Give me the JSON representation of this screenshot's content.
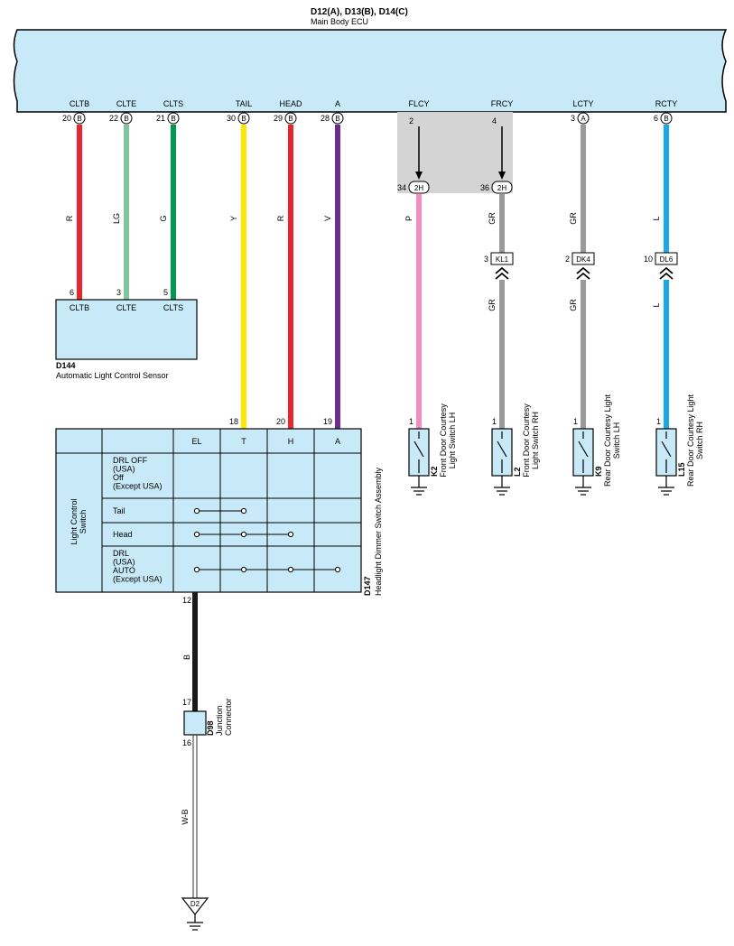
{
  "ecu": {
    "connectors": "D12(A), D13(B), D14(C)",
    "name": "Main Body ECU",
    "terminals": [
      {
        "label": "CLTB",
        "pin": "20",
        "conn": "B"
      },
      {
        "label": "CLTE",
        "pin": "22",
        "conn": "B"
      },
      {
        "label": "CLTS",
        "pin": "21",
        "conn": "B"
      },
      {
        "label": "TAIL",
        "pin": "30",
        "conn": "B"
      },
      {
        "label": "HEAD",
        "pin": "29",
        "conn": "B"
      },
      {
        "label": "A",
        "pin": "28",
        "conn": "B"
      },
      {
        "label": "FLCY",
        "pin": "2",
        "conn": ""
      },
      {
        "label": "FRCY",
        "pin": "4",
        "conn": ""
      },
      {
        "label": "LCTY",
        "pin": "3",
        "conn": "A"
      },
      {
        "label": "RCTY",
        "pin": "6",
        "conn": "B"
      }
    ]
  },
  "wires": {
    "colors": [
      "R",
      "LG",
      "G",
      "Y",
      "R",
      "V",
      "P",
      "GR",
      "GR",
      "L"
    ],
    "lower": [
      "GR",
      "GR",
      "L"
    ],
    "hex": {
      "R": "#e8242c",
      "LG": "#7cc79b",
      "G": "#009a4e",
      "Y": "#ffe600",
      "V": "#6c2d91",
      "P": "#f48cc0",
      "GR": "#9a9a9a",
      "L": "#1aa8e6",
      "B": "#1a1a1a"
    }
  },
  "junction_2h": {
    "label": "2H",
    "pins": [
      "34",
      "36"
    ]
  },
  "inline_connectors": [
    {
      "pin": "3",
      "label": "KL1"
    },
    {
      "pin": "2",
      "label": "DK4"
    },
    {
      "pin": "10",
      "label": "DL6"
    }
  ],
  "sensor": {
    "id": "D144",
    "name": "Automatic Light Control Sensor",
    "pins": [
      "6",
      "3",
      "5"
    ],
    "labels": [
      "CLTB",
      "CLTE",
      "CLTS"
    ]
  },
  "switch_assembly": {
    "id": "D147",
    "name": "Headlight Dimmer Switch Assembly",
    "pins": [
      "18",
      "20",
      "19"
    ],
    "columns": [
      "EL",
      "T",
      "H",
      "A"
    ],
    "group_label": [
      "Light Control",
      "Switch"
    ],
    "rows": [
      {
        "label": [
          "DRL OFF",
          "(USA)",
          "Off",
          "(Except USA)"
        ]
      },
      {
        "label": [
          "Tail"
        ]
      },
      {
        "label": [
          "Head"
        ]
      },
      {
        "label": [
          "DRL",
          "(USA)",
          "AUTO",
          "(Except USA)"
        ]
      }
    ],
    "bottom_pin": "12",
    "bottom_wire": "B"
  },
  "door_switches": [
    {
      "pin": "1",
      "id": "K2",
      "name": [
        "Front Door Courtesy",
        "Light Switch LH"
      ]
    },
    {
      "pin": "1",
      "id": "L2",
      "name": [
        "Front Door Courtesy",
        "Light Switch RH"
      ]
    },
    {
      "pin": "1",
      "id": "K9",
      "name": [
        "Rear Door Courtesy Light",
        "Switch LH"
      ]
    },
    {
      "pin": "1",
      "id": "L15",
      "name": [
        "Rear Door Courtesy Light",
        "Switch RH"
      ]
    }
  ],
  "junction_connector": {
    "id": "D98",
    "name": [
      "Junction",
      "Connector"
    ],
    "pins": [
      "17",
      "16"
    ],
    "wire_out": "W-B"
  },
  "ground_label": "D2"
}
